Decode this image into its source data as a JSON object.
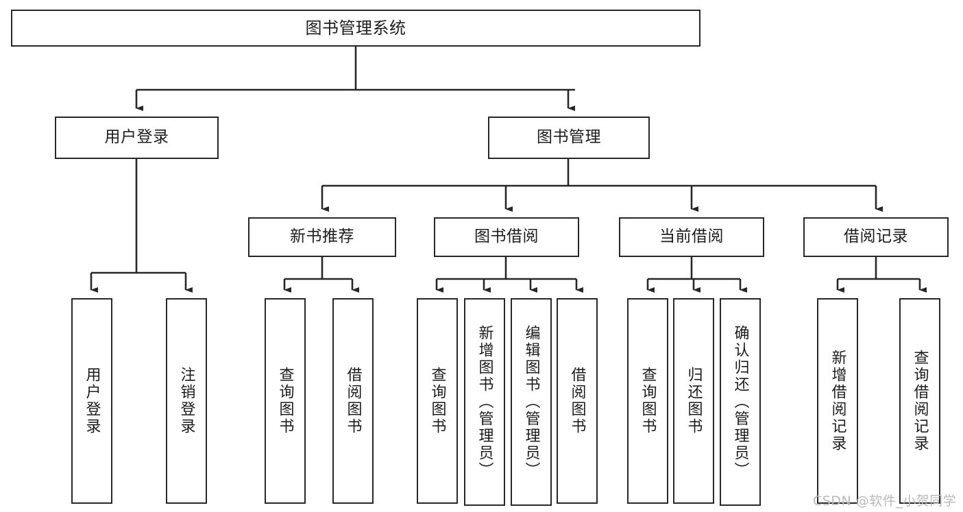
{
  "diagram": {
    "type": "tree",
    "title": "图书管理系统",
    "watermark": "CSDN @软件_小贺同学",
    "nodes": {
      "root": {
        "label": "图书管理系统"
      },
      "l2": [
        {
          "id": "user-login",
          "label": "用户登录"
        },
        {
          "id": "book-manage",
          "label": "图书管理"
        }
      ],
      "l3": [
        {
          "id": "new-book-recommend",
          "label": "新书推荐"
        },
        {
          "id": "book-borrow",
          "label": "图书借阅"
        },
        {
          "id": "current-borrow",
          "label": "当前借阅"
        },
        {
          "id": "borrow-record",
          "label": "借阅记录"
        }
      ],
      "leaves": {
        "user_login": [
          {
            "id": "leaf-user-login",
            "label": "用户登录"
          },
          {
            "id": "leaf-logout-login",
            "label": "注销登录"
          }
        ],
        "new_book_recommend": [
          {
            "id": "leaf-query-book-1",
            "label": "查询图书"
          },
          {
            "id": "leaf-borrow-book-1",
            "label": "借阅图书"
          }
        ],
        "book_borrow": [
          {
            "id": "leaf-query-book-2",
            "label": "查询图书"
          },
          {
            "id": "leaf-add-book",
            "label": "新增图书（管理员）"
          },
          {
            "id": "leaf-edit-book",
            "label": "编辑图书（管理员）"
          },
          {
            "id": "leaf-borrow-book-2",
            "label": "借阅图书"
          }
        ],
        "current_borrow": [
          {
            "id": "leaf-query-book-3",
            "label": "查询图书"
          },
          {
            "id": "leaf-return-book",
            "label": "归还图书"
          },
          {
            "id": "leaf-confirm-return",
            "label": "确认归还（管理员）"
          }
        ],
        "borrow_record": [
          {
            "id": "leaf-add-record",
            "label": "新增借阅记录"
          },
          {
            "id": "leaf-query-record",
            "label": "查询借阅记录"
          }
        ]
      }
    },
    "colors": {
      "stroke": "#272727",
      "background": "#ffffff",
      "text": "#1c1c1c",
      "watermark": "#b9b9b9"
    }
  }
}
